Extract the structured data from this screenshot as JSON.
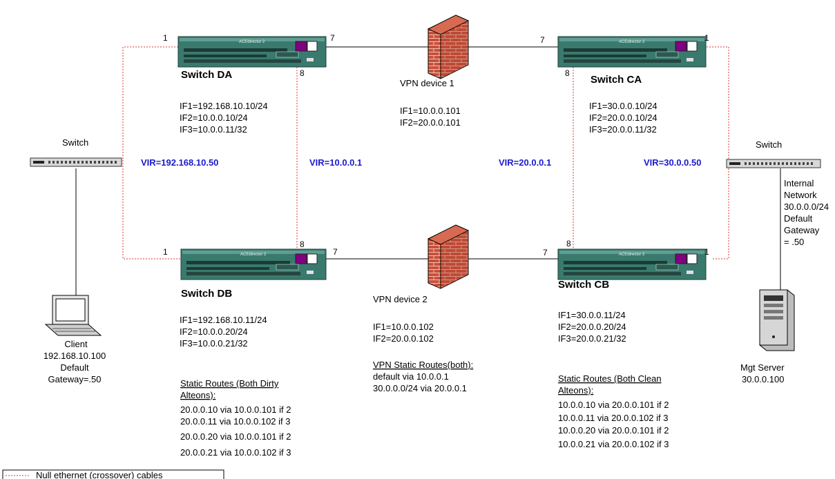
{
  "switches": {
    "da": {
      "name": "Switch DA",
      "brand": "ACEdirector 2",
      "ifs": [
        "IF1=192.168.10.10/24",
        "IF2=10.0.0.10/24",
        "IF3=10.0.0.11/32"
      ],
      "port_left": "1",
      "port_right": "7",
      "port_bottom": "8"
    },
    "ca": {
      "name": "Switch CA",
      "brand": "ACEdirector 2",
      "ifs": [
        "IF1=30.0.0.10/24",
        "IF2=20.0.0.10/24",
        "IF3=20.0.0.11/32"
      ],
      "port_left": "7",
      "port_right": "1",
      "port_bottom": "8"
    },
    "db": {
      "name": "Switch DB",
      "brand": "ACEdirector 2",
      "ifs": [
        "IF1=192.168.10.11/24",
        "IF2=10.0.0.20/24",
        "IF3=10.0.0.21/32"
      ],
      "port_left": "1",
      "port_right": "7",
      "port_top": "8"
    },
    "cb": {
      "name": "Switch CB",
      "brand": "ACEdirector 2",
      "ifs": [
        "IF1=30.0.0.11/24",
        "IF2=20.0.0.20/24",
        "IF3=20.0.0.21/32"
      ],
      "port_left": "7",
      "port_right": "1",
      "port_top": "8"
    }
  },
  "vpn1": {
    "name": "VPN device 1",
    "ifs": [
      "IF1=10.0.0.101",
      "IF2=20.0.0.101"
    ]
  },
  "vpn2": {
    "name": "VPN device 2",
    "ifs": [
      "IF1=10.0.0.102",
      "IF2=20.0.0.102"
    ],
    "routes_title": "VPN Static Routes(both):",
    "routes": [
      "default via 10.0.0.1",
      "30.0.0.0/24 via 20.0.0.1"
    ]
  },
  "vir": {
    "left": "VIR=192.168.10.50",
    "dirty": "VIR=10.0.0.1",
    "clean": "VIR=20.0.0.1",
    "right": "VIR=30.0.0.50"
  },
  "left_switch": {
    "label": "Switch"
  },
  "right_switch": {
    "label": "Switch"
  },
  "client": {
    "lines": [
      "Client",
      "192.168.10.100",
      "Default",
      "Gateway=.50"
    ]
  },
  "internal": {
    "lines": [
      "Internal",
      "Network",
      "30.0.0.0/24",
      "Default",
      "Gateway",
      " = .50"
    ]
  },
  "mgt": {
    "lines": [
      "Mgt Server",
      "30.0.0.100"
    ]
  },
  "dirty_routes": {
    "title": [
      "Static Routes (Both Dirty",
      "Alteons):"
    ],
    "routes": [
      "20.0.0.10 via 10.0.0.101 if 2",
      "20.0.0.11 via 10.0.0.102 if 3",
      "20.0.0.20 via 10.0.0.101 if 2",
      "20.0.0.21 via 10.0.0.102 if 3"
    ]
  },
  "clean_routes": {
    "title": [
      "Static Routes (Both Clean",
      "Alteons):"
    ],
    "routes": [
      "10.0.0.10 via 20.0.0.101 if 2",
      "10.0.0.11 via 20.0.0.102 if 3",
      "10.0.0.20 via 20.0.0.101 if 2",
      "10.0.0.21 via 20.0.0.102 if 3"
    ]
  },
  "legend": {
    "label": "Null ethernet (crossover) cables"
  },
  "colors": {
    "null_cable": "#e03030",
    "vir_text": "#1a1acc",
    "switch_body": "#3a7a6e",
    "firewall_brick": "#c8503a",
    "accent_purple": "#800080"
  }
}
